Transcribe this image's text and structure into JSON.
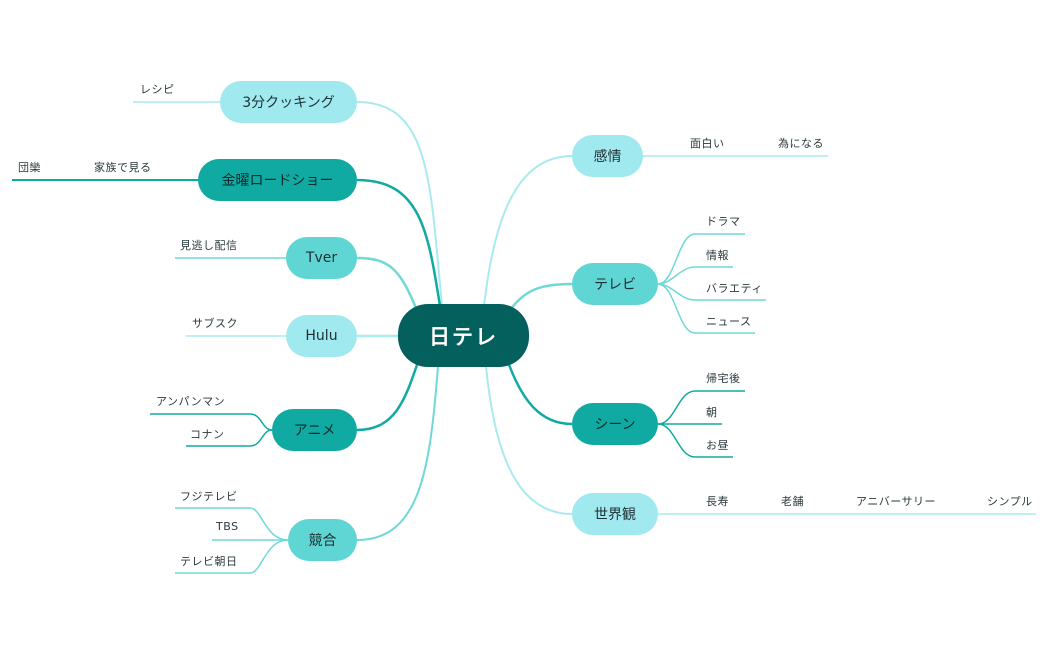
{
  "root": {
    "label": "日テレ"
  },
  "branches": [
    {
      "id": "cooking",
      "label": "3分クッキング",
      "leaves": [
        "レシピ"
      ]
    },
    {
      "id": "kinyo",
      "label": "金曜ロードショー",
      "leaves": [
        "団欒",
        "家族で見る"
      ]
    },
    {
      "id": "tver",
      "label": "Tver",
      "leaves": [
        "見逃し配信"
      ]
    },
    {
      "id": "hulu",
      "label": "Hulu",
      "leaves": [
        "サブスク"
      ]
    },
    {
      "id": "anime",
      "label": "アニメ",
      "leaves": [
        "アンパンマン",
        "コナン"
      ]
    },
    {
      "id": "kyogo",
      "label": "競合",
      "leaves": [
        "フジテレビ",
        "TBS",
        "テレビ朝日"
      ]
    },
    {
      "id": "kanjo",
      "label": "感情",
      "leaves": [
        "面白い",
        "為になる"
      ]
    },
    {
      "id": "terebi",
      "label": "テレビ",
      "leaves": [
        "ドラマ",
        "情報",
        "バラエティ",
        "ニュース"
      ]
    },
    {
      "id": "scene",
      "label": "シーン",
      "leaves": [
        "帰宅後",
        "朝",
        "お昼"
      ]
    },
    {
      "id": "sekaikan",
      "label": "世界観",
      "leaves": [
        "長寿",
        "老舗",
        "アニバーサリー",
        "シンプル"
      ]
    }
  ],
  "colors": {
    "root": "#04605c",
    "light": "#9fe9ef",
    "mid": "#5fd6d4",
    "dark": "#11aaa2"
  }
}
